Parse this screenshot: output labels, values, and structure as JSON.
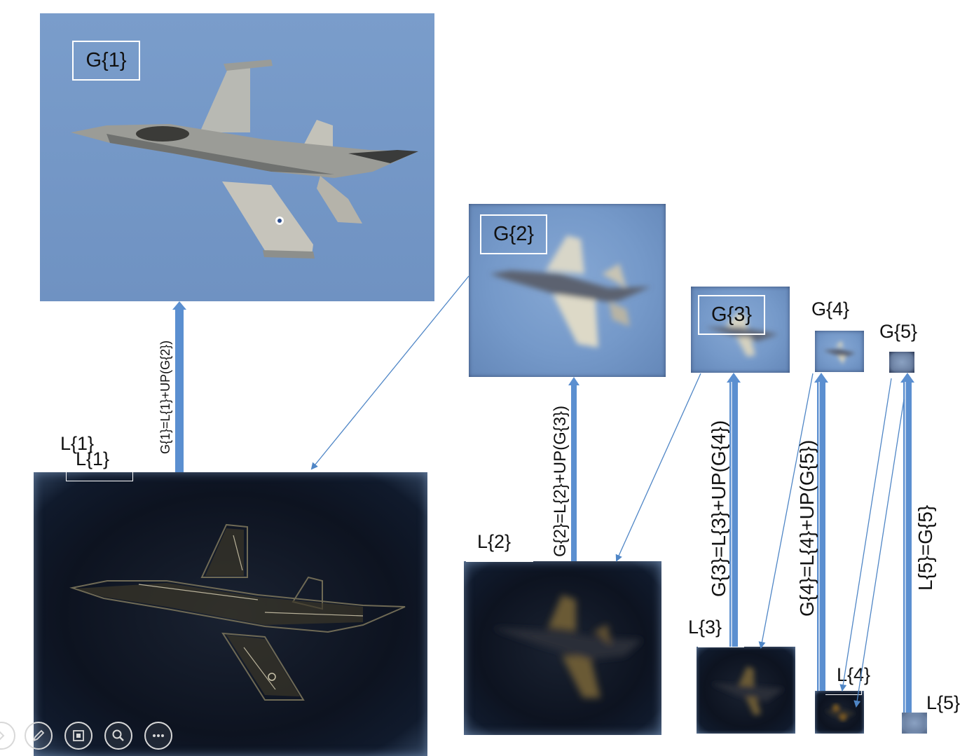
{
  "panels": {
    "g1": {
      "label": "G{1}"
    },
    "g2": {
      "label": "G{2}"
    },
    "g3": {
      "label": "G{3}"
    },
    "g4": {
      "label": "G{4}"
    },
    "g5": {
      "label": "G{5}"
    },
    "l1": {
      "label": "L{1}",
      "label_echo": "L{1}"
    },
    "l2": {
      "label": "L{2}"
    },
    "l3": {
      "label": "L{3}"
    },
    "l4": {
      "label": "L{4}"
    },
    "l5": {
      "label": "L{5}"
    }
  },
  "equations": {
    "e1": "G{1}=L{1}+UP(G{2})",
    "e2": "G{2}=L{2}+UP(G{3})",
    "e3": "G{3}=L{3}+UP(G{4})",
    "e4": "G{4}=L{4}+UP(G{5})",
    "e5": "L{5}=G{5}"
  },
  "colors": {
    "arrow": "#5b8fd0",
    "arrow_thin": "#4f86c6",
    "sky": "#7599c9",
    "laplacian": "#0d1320"
  },
  "toolbar": {
    "items": [
      {
        "name": "previous-icon"
      },
      {
        "name": "pen-icon"
      },
      {
        "name": "slides-icon"
      },
      {
        "name": "zoom-icon"
      },
      {
        "name": "more-icon"
      }
    ]
  }
}
